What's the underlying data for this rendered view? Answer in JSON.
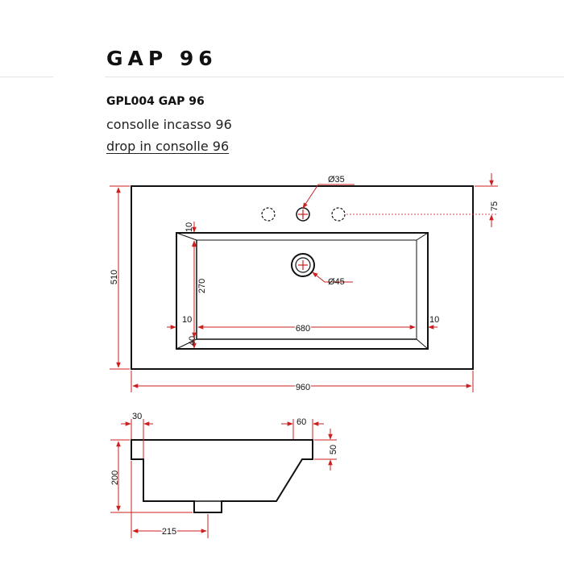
{
  "header": {
    "title": "GAP 96",
    "code": "GPL004 GAP 96",
    "description_it": "consolle incasso 96",
    "description_en": "drop in consolle 96"
  },
  "drawing": {
    "colors": {
      "outline": "#111111",
      "dimension": "#cc1f1f"
    },
    "top_view": {
      "hole_label": "Ø35",
      "drain_label": "Ø45",
      "dim_right_offset": "75",
      "dim_total_depth": "510",
      "dim_basin_top_offset": "10",
      "dim_basin_depth": "270",
      "dim_left_margin": "10",
      "dim_basin_width": "680",
      "dim_right_margin": "10",
      "dim_basin_bottom_offset": "40",
      "dim_total_width": "960"
    },
    "side_view": {
      "dim_left_lip": "30",
      "dim_right_lip": "60",
      "dim_top_thickness": "50",
      "dim_height": "200",
      "dim_drain_offset": "215"
    }
  }
}
